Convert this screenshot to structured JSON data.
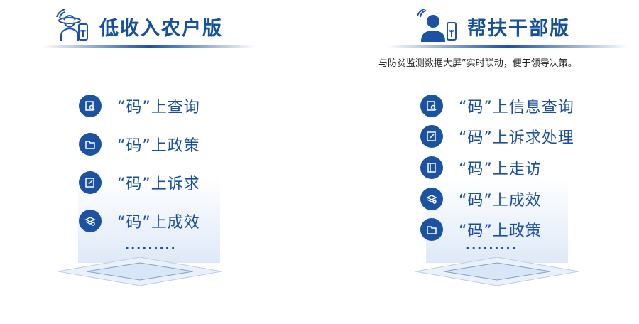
{
  "left": {
    "title": "低收入农户版",
    "icon": "farmer-phone-icon",
    "items": [
      {
        "label": "“码”上查询",
        "icon": "search-document-icon"
      },
      {
        "label": "“码”上政策",
        "icon": "folder-icon"
      },
      {
        "label": "“码”上诉求",
        "icon": "edit-note-icon"
      },
      {
        "label": "“码”上成效",
        "icon": "layers-check-icon"
      }
    ],
    "more": "·········"
  },
  "right": {
    "title": "帮扶干部版",
    "icon": "officer-phone-icon",
    "subtitle": "与防贫监测数据大屏”实时联动，便于领导决策。",
    "items": [
      {
        "label": "“码”上信息查询",
        "icon": "search-document-icon"
      },
      {
        "label": "“码”上诉求处理",
        "icon": "edit-note-icon"
      },
      {
        "label": "“码”上走访",
        "icon": "phone-book-icon"
      },
      {
        "label": "“码”上成效",
        "icon": "layers-check-icon"
      },
      {
        "label": "“码”上政策",
        "icon": "folder-icon"
      }
    ],
    "more": "·········"
  },
  "colors": {
    "primary": "#1b53a2"
  }
}
